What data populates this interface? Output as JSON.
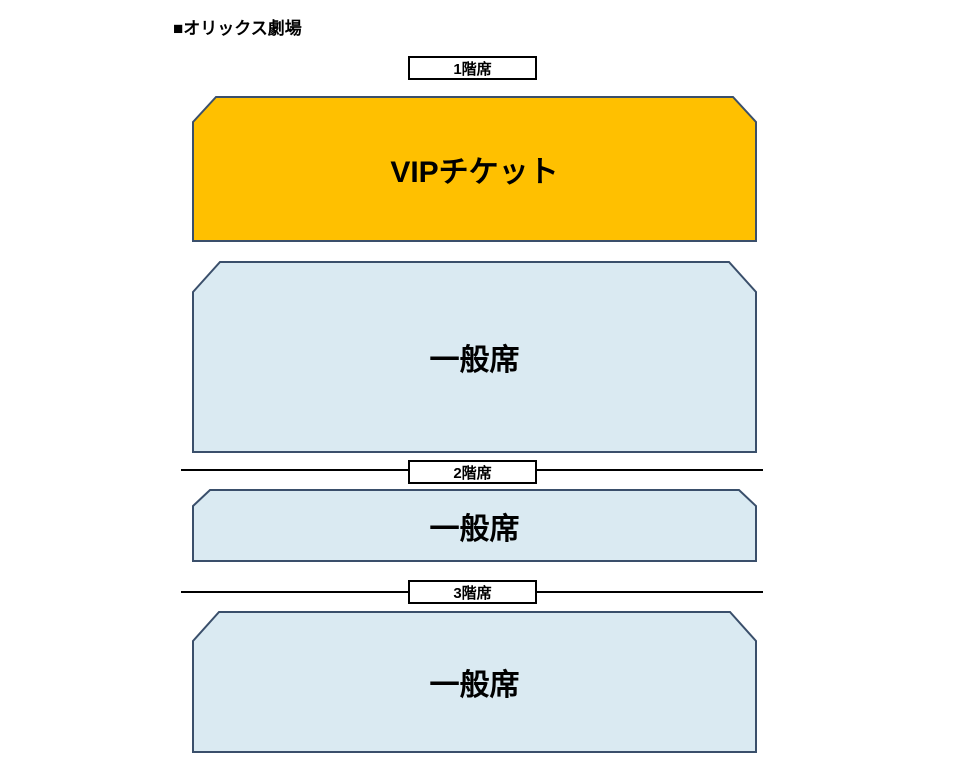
{
  "title": "■オリックス劇場",
  "colors": {
    "vip_fill": "#FFC000",
    "general_fill": "#DAEAF2",
    "shape_border": "#3A4F6B",
    "divider_line": "#000000",
    "label_box_border": "#000000"
  },
  "floor_labels": [
    {
      "label": "1階席"
    },
    {
      "label": "2階席"
    },
    {
      "label": "3階席"
    }
  ],
  "sections": [
    {
      "id": "vip-1f",
      "label": "VIPチケット"
    },
    {
      "id": "general-1f",
      "label": "一般席"
    },
    {
      "id": "general-2f",
      "label": "一般席"
    },
    {
      "id": "general-3f",
      "label": "一般席"
    }
  ]
}
